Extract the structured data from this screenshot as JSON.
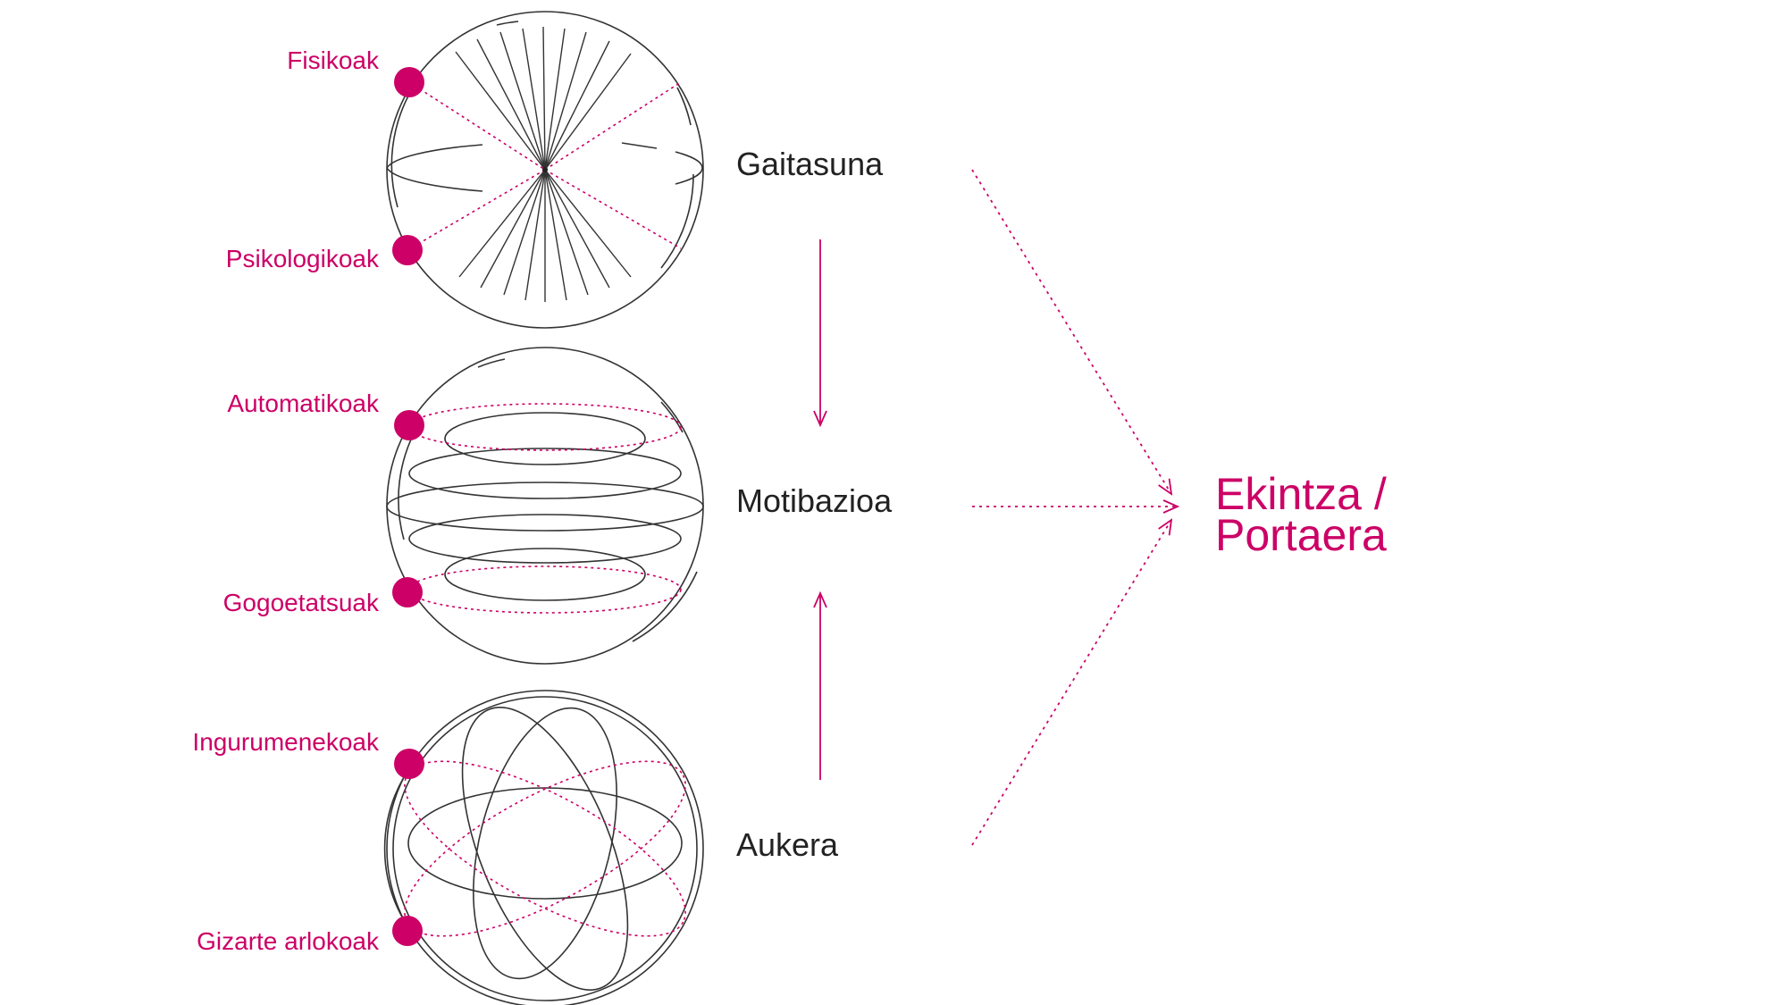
{
  "colors": {
    "accent": "#cc0066",
    "stroke": "#333333",
    "text": "#222222"
  },
  "spheres": [
    {
      "name": "Gaitasuna",
      "factors": [
        "Fisikoak",
        "Psikologikoak"
      ]
    },
    {
      "name": "Motibazioa",
      "factors": [
        "Automatikoak",
        "Gogoetatsuak"
      ]
    },
    {
      "name": "Aukera",
      "factors": [
        "Ingurumenekoak",
        "Gizarte arlokoak"
      ]
    }
  ],
  "result": {
    "line1": "Ekintza /",
    "line2": "Portaera"
  }
}
